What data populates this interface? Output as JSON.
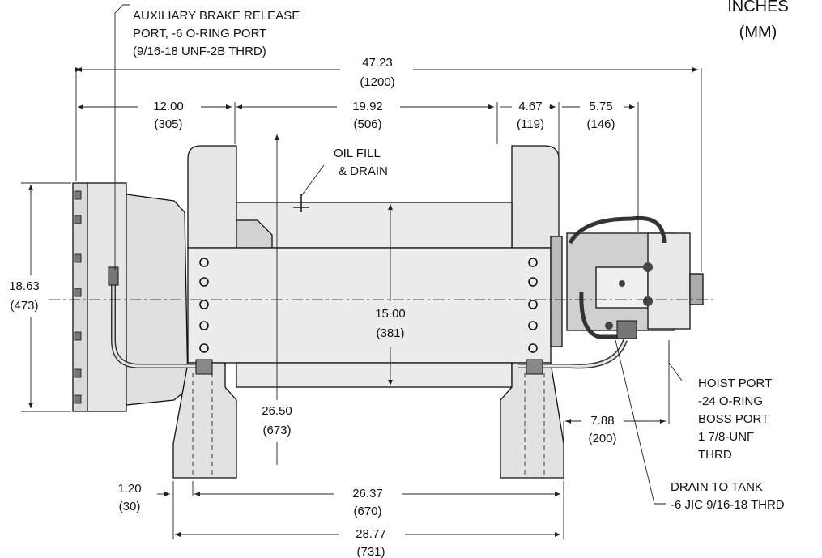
{
  "units": {
    "line1": "INCHES",
    "line2": "(MM)"
  },
  "callouts": {
    "aux_brake": {
      "line1": "AUXILIARY BRAKE RELEASE",
      "line2": "PORT, -6 O-RING PORT",
      "line3": "(9/16-18 UNF-2B THRD)"
    },
    "oil_fill": {
      "line1": "OIL FILL",
      "line2": "& DRAIN"
    },
    "hoist_port": {
      "line1": "HOIST PORT",
      "line2": "-24 O-RING",
      "line3": "BOSS PORT",
      "line4": "1 7/8-UNF",
      "line5": "THRD"
    },
    "drain_tank": {
      "line1": "DRAIN TO TANK",
      "line2": "-6 JIC 9/16-18 THRD"
    }
  },
  "dimensions": {
    "overall": {
      "in": "47.23",
      "mm": "(1200)"
    },
    "left_offset": {
      "in": "12.00",
      "mm": "(305)"
    },
    "drum_width": {
      "in": "19.92",
      "mm": "(506)"
    },
    "right_flange": {
      "in": "4.67",
      "mm": "(119)"
    },
    "motor_offset": {
      "in": "5.75",
      "mm": "(146)"
    },
    "motor_height": {
      "in": "18.63",
      "mm": "(473)"
    },
    "drum_dia": {
      "in": "15.00",
      "mm": "(381)"
    },
    "flange_dia": {
      "in": "26.50",
      "mm": "(673)"
    },
    "hoist_port_offset": {
      "in": "7.88",
      "mm": "(200)"
    },
    "foot_offset": {
      "in": "1.20",
      "mm": "(30)"
    },
    "bolt_span": {
      "in": "26.37",
      "mm": "(670)"
    },
    "base_span": {
      "in": "28.77",
      "mm": "(731)"
    }
  },
  "colors": {
    "body": "#e6e6e6",
    "shade": "#cfcfcf",
    "dark": "#555555",
    "line": "#111111"
  }
}
